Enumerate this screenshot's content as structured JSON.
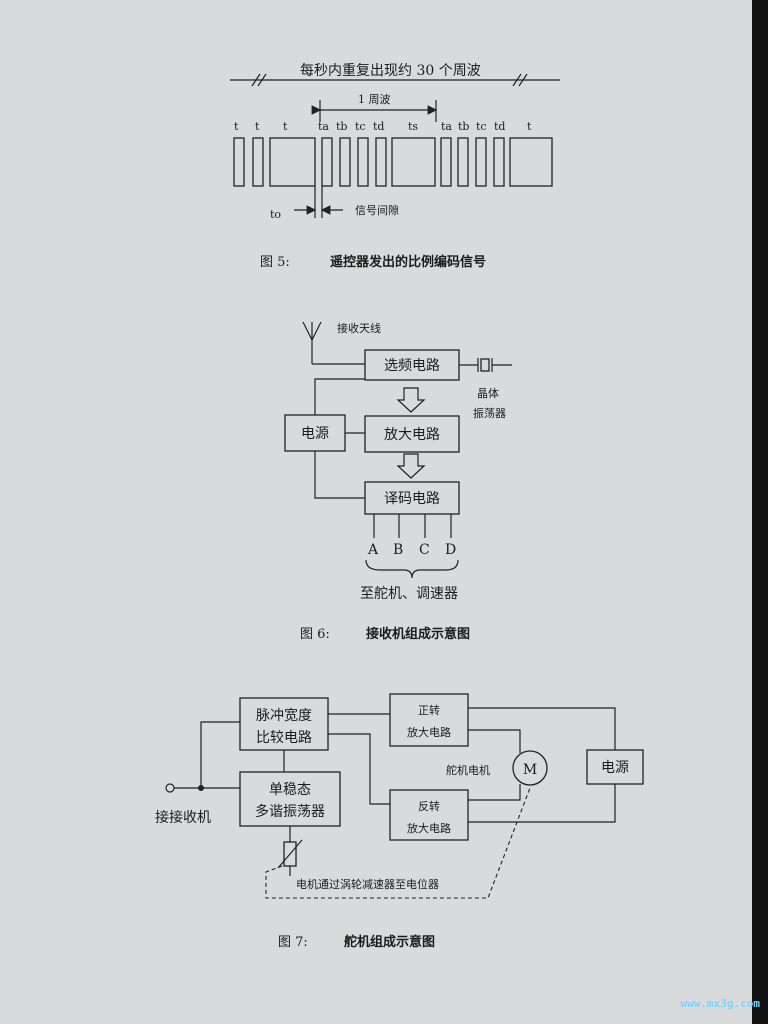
{
  "fig5": {
    "top_label": "每秒内重复出现约 30 个周波",
    "cycle_label": "1 周波",
    "pulse_labels": [
      "t",
      "t",
      "t",
      "ta",
      "tb",
      "tc",
      "td",
      "ts",
      "ta",
      "tb",
      "tc",
      "td",
      "t"
    ],
    "t0_label": "to",
    "gap_label": "信号间隙",
    "caption_num": "图 5:",
    "caption_title": "遥控器发出的比例编码信号"
  },
  "fig6": {
    "antenna_label": "接收天线",
    "block_select": "选频电路",
    "block_amp": "放大电路",
    "block_decode": "译码电路",
    "block_power": "电源",
    "crystal_label_1": "晶体",
    "crystal_label_2": "振荡器",
    "outputs": [
      "A",
      "B",
      "C",
      "D"
    ],
    "output_dest": "至舵机、调速器",
    "caption_num": "图 6:",
    "caption_title": "接收机组成示意图"
  },
  "fig7": {
    "block_pwm_1": "脉冲宽度",
    "block_pwm_2": "比较电路",
    "block_mono_1": "单稳态",
    "block_mono_2": "多谐振荡器",
    "block_fwd_1": "正转",
    "block_fwd_2": "放大电路",
    "block_rev_1": "反转",
    "block_rev_2": "放大电路",
    "block_power": "电源",
    "motor_symbol": "M",
    "motor_label": "舵机电机",
    "input_label": "接接收机",
    "pot_label": "电机通过涡轮减速器至电位器",
    "caption_num": "图 7:",
    "caption_title": "舵机组成示意图"
  },
  "watermark": "www.mx3g.com"
}
